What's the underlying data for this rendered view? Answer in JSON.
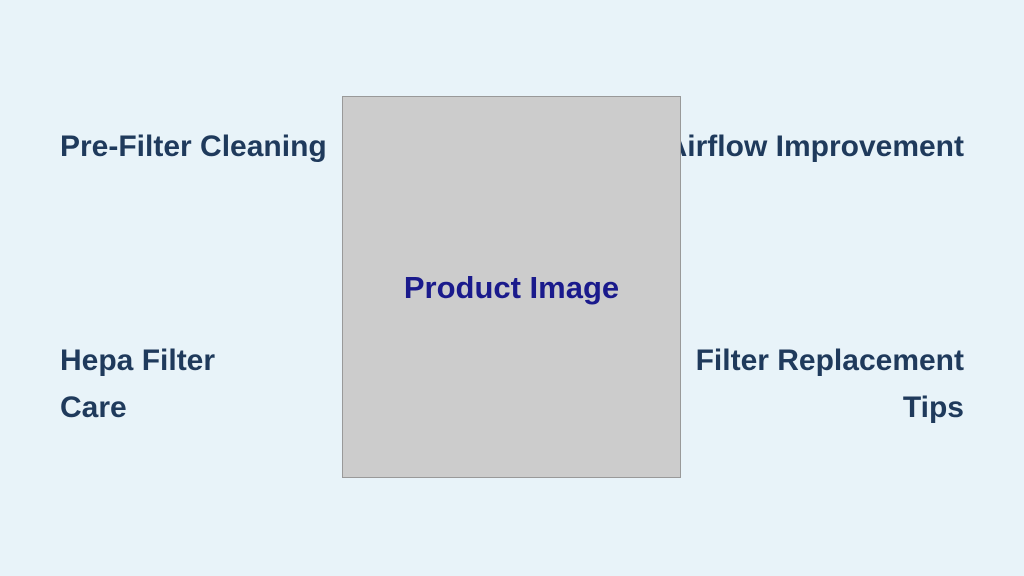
{
  "product": {
    "image_label": "Product Image",
    "box_color": "#cccccc",
    "label_color": "#1a1a8c"
  },
  "features": {
    "top_left": "Pre-Filter Cleaning",
    "top_right": "Airflow Improvement",
    "bottom_left": "Hepa Filter Care",
    "bottom_right": "Filter Replacement Tips"
  },
  "colors": {
    "background": "#e8f3f9",
    "feature_text": "#1f3a5c"
  }
}
